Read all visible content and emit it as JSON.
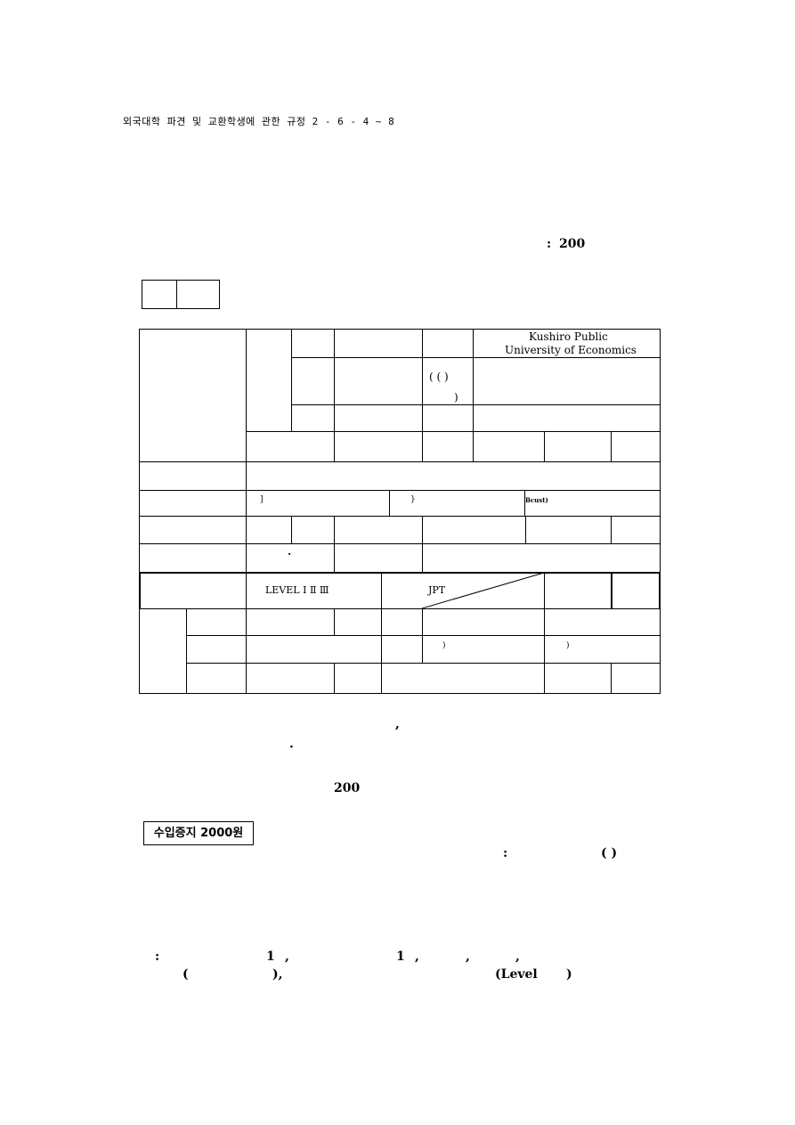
{
  "header": {
    "text": "외국대학 파견 및 교환학생에 관한 규정 2 - 6 - 4 ~ 8"
  },
  "date_line": {
    "colon_prefix": ":",
    "year": "200"
  },
  "form": {
    "university_line1": "Kushiro Public",
    "university_line2": "University of Economics",
    "paren_row": "(   ( )",
    "paren_close": ")",
    "addr1_bracket": "]",
    "addr2_bracket": "}",
    "addr3_suffix": "Bcust)",
    "dot_mark": "·",
    "level_label": "LEVEL  Ⅰ   Ⅱ    Ⅲ",
    "jpt_label": "JPT",
    "row_paren_a": ")",
    "row_paren_b": ")"
  },
  "footer": {
    "comma_mark": ",",
    "dot_mark": "·",
    "year": "200",
    "stamp": "수입증지 2000원",
    "sign_colon": ":",
    "sign_paren": "(  )",
    "note_line1": {
      "colon": ":",
      "one_a": "1",
      "comma_a": ",",
      "one_b": "1",
      "comma_b": ",",
      "comma_c": ",",
      "comma_d": ","
    },
    "note_line2": {
      "paren_open": "(",
      "paren_close": "),",
      "level": "(Level",
      "level_close": ")"
    }
  }
}
